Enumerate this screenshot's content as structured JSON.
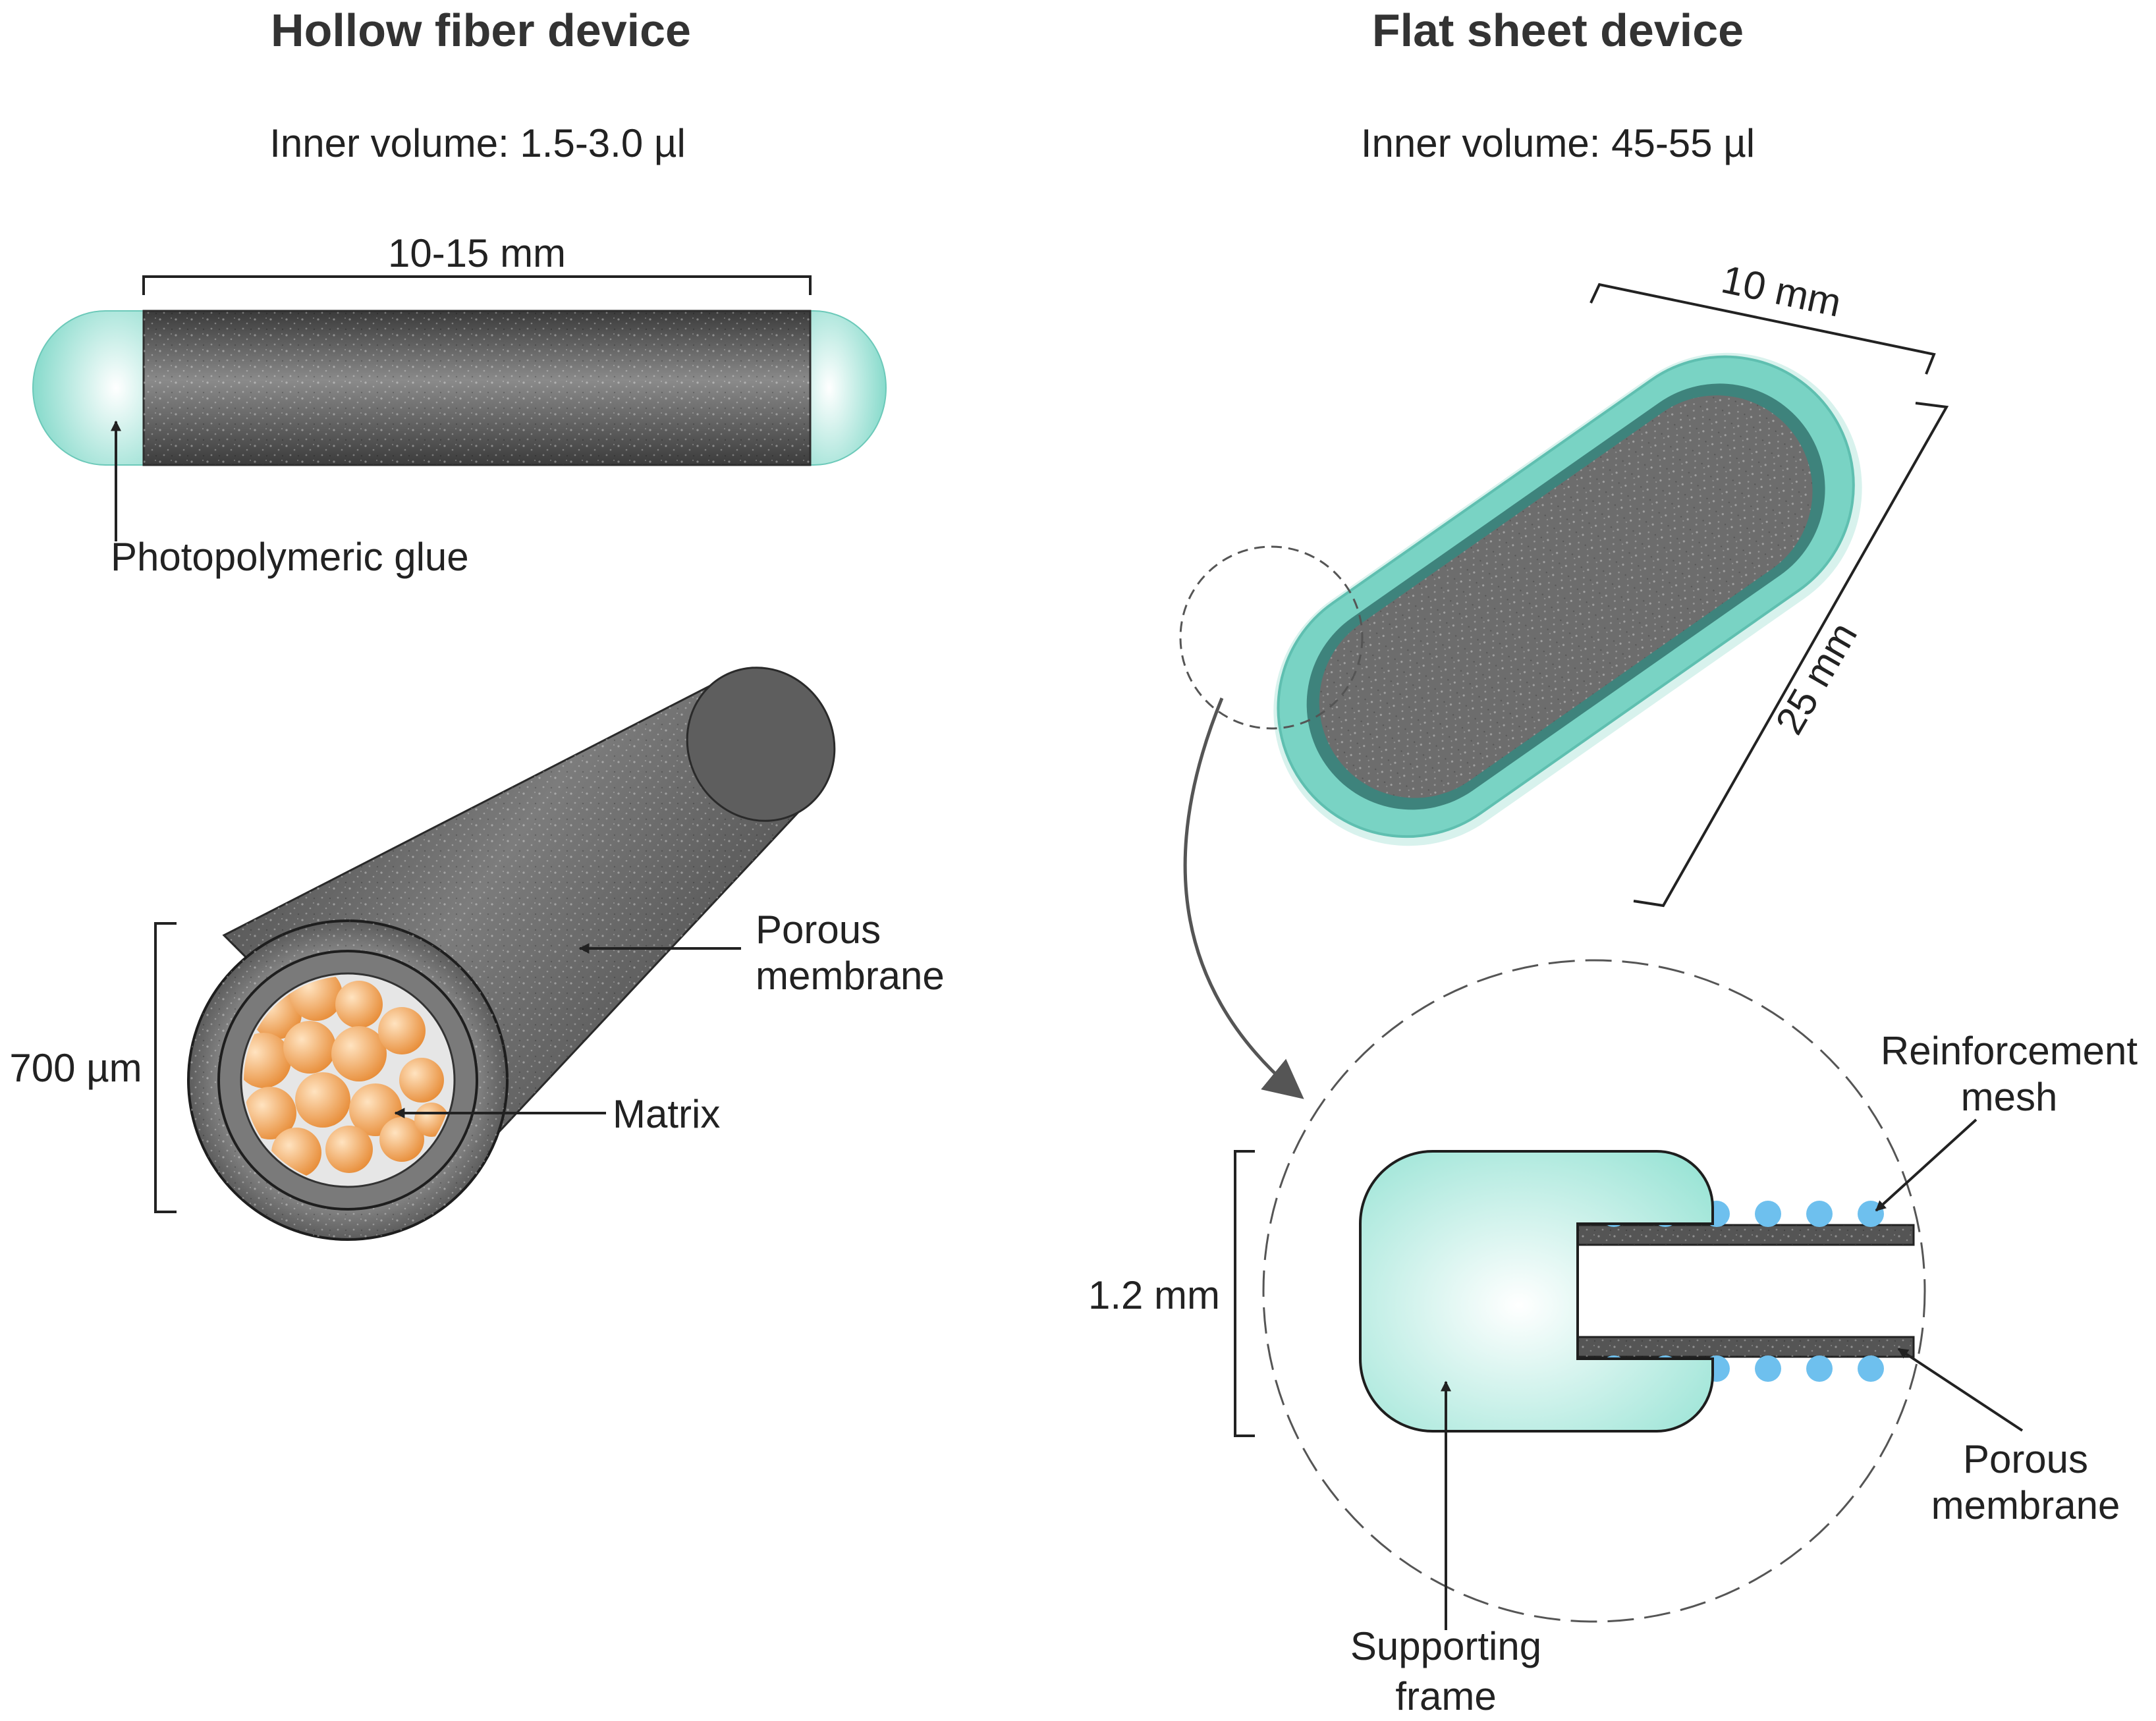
{
  "hollow": {
    "title": "Hollow fiber device",
    "volume": "Inner volume: 1.5-3.0 µl",
    "length": "10-15 mm",
    "glue": "Photopolymeric glue",
    "diameter": "700 µm",
    "membrane_line1": "Porous",
    "membrane_line2": "membrane",
    "matrix": "Matrix"
  },
  "flat": {
    "title": "Flat sheet device",
    "volume": "Inner volume: 45-55 µl",
    "width": "10 mm",
    "length": "25 mm",
    "thickness": "1.2 mm",
    "mesh_line1": "Reinforcement",
    "mesh_line2": "mesh",
    "membrane_line1": "Porous",
    "membrane_line2": "membrane",
    "frame_line1": "Supporting",
    "frame_line2": "frame"
  },
  "colors": {
    "glue": "#7fd8c8",
    "membrane": "#5a5a5a",
    "matrix": "#f0a050",
    "mesh": "#6ec0ee",
    "frame": "#9be4d6"
  }
}
